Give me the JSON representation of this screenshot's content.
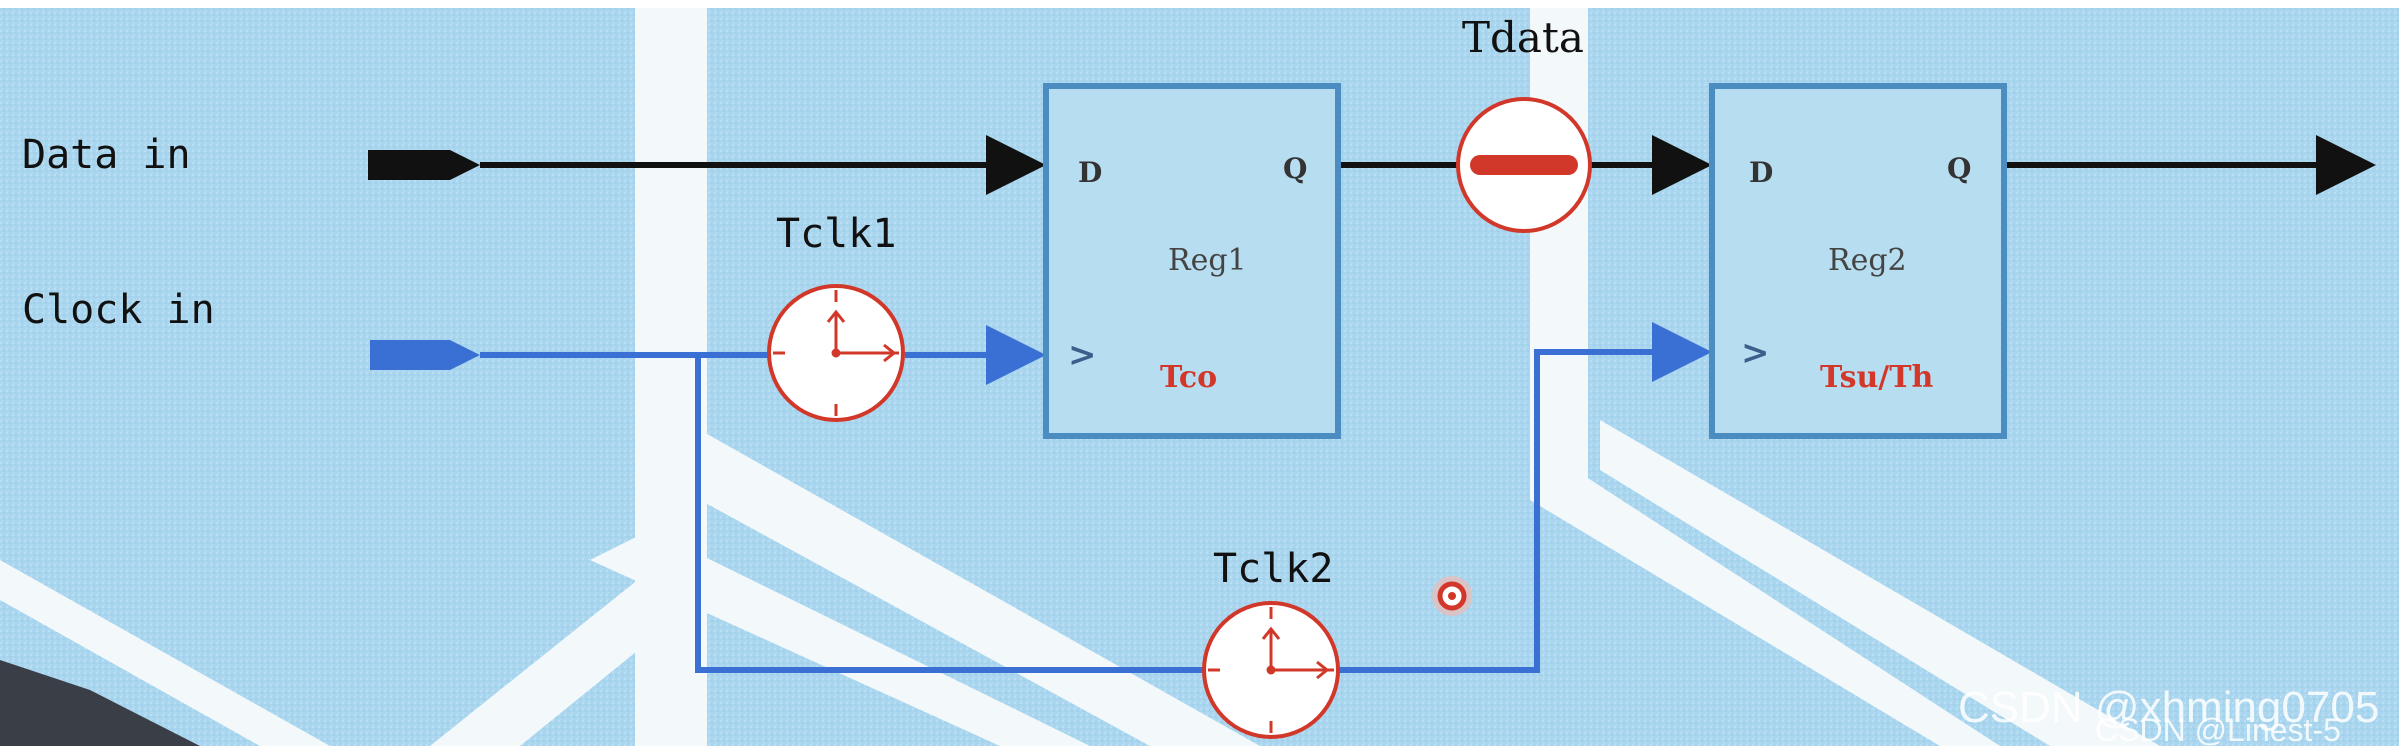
{
  "inputs": {
    "data_in": "Data in",
    "clock_in": "Clock in"
  },
  "delays": {
    "tclk1": "Tclk1",
    "tclk2": "Tclk2",
    "tdata": "Tdata"
  },
  "reg1": {
    "name": "Reg1",
    "d": "D",
    "q": "Q",
    "clk_marker": ">",
    "timing": "Tco"
  },
  "reg2": {
    "name": "Reg2",
    "d": "D",
    "q": "Q",
    "clk_marker": ">",
    "timing": "Tsu/Th"
  },
  "watermarks": {
    "line1": "CSDN @xhming0705",
    "line2": "CSDN @Linest-5"
  },
  "colors": {
    "background": "#a9d6ee",
    "stripe": "#f3f8fb",
    "register_fill": "#b7ddf1",
    "register_border": "#4c8dc1",
    "data_wire": "#111111",
    "clock_wire": "#3a6fd4",
    "delay_ring": "#d2382a",
    "timing_text": "#d2382a"
  }
}
